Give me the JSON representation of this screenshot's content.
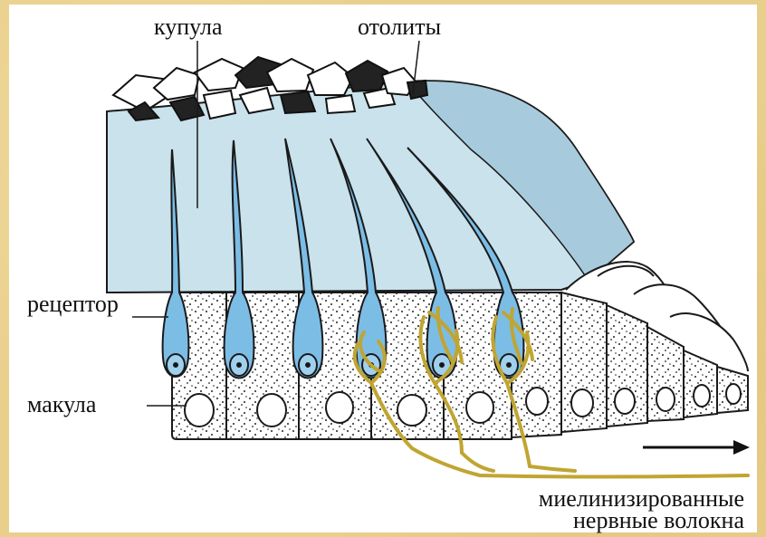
{
  "labels": {
    "cupula": "купула",
    "otoliths": "отолиты",
    "receptor": "рецептор",
    "macula": "макула",
    "fibers_line1": "миелинизированные",
    "fibers_line2": "нервные волокна"
  },
  "colors": {
    "cupula_fill": "#c9e2ec",
    "cupula_dark": "#a7cbdc",
    "receptor_fill": "#7cbde6",
    "nerve": "#c0a532",
    "cell_fill": "#ffffff",
    "outline": "#1a1a1a",
    "frame": "#e9cf8c"
  },
  "icons": {
    "motion_arrow": "arrow-right-icon"
  }
}
